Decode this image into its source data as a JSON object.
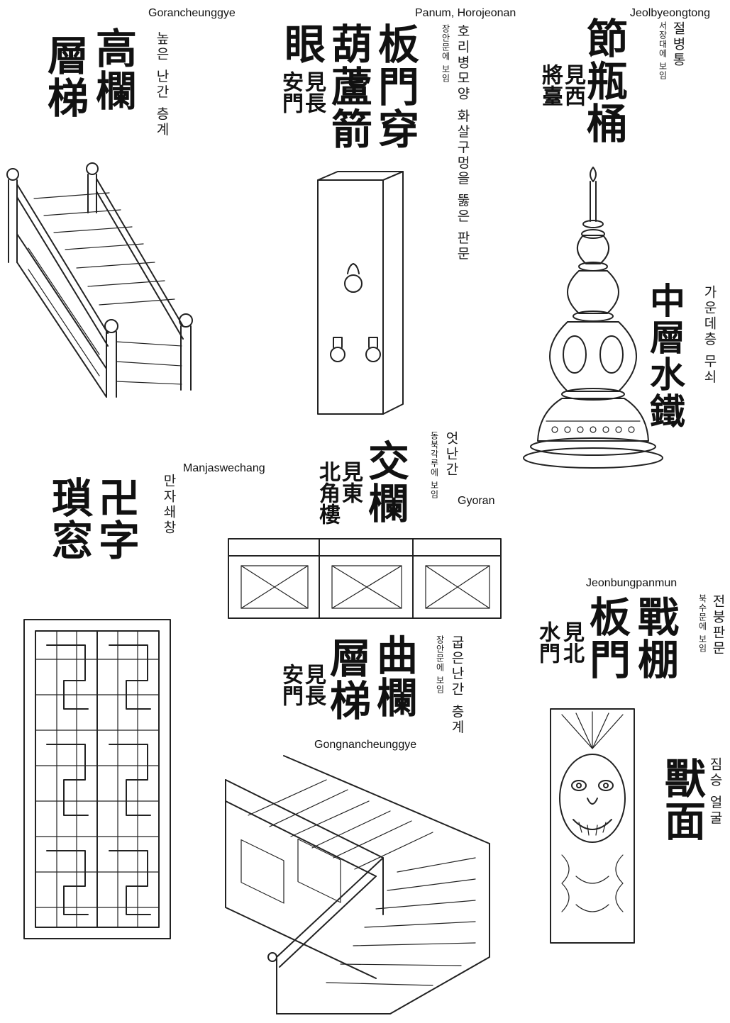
{
  "labels": {
    "gorancheunggye": "Gorancheunggye",
    "panum": "Panum, Horojeonan",
    "jeolbyeongtong": "Jeolbyeongtong",
    "manjaswechang": "Manjaswechang",
    "gyoran": "Gyoran",
    "jeonbungpanmun": "Jeonbungpanmun",
    "gongnancheunggye": "Gongnancheunggye"
  },
  "hanja": {
    "goran_col1": "高欄",
    "goran_col2": "層梯",
    "panmun_col1": "板門穿",
    "panmun_col2": "葫蘆箭",
    "panmun_col3": "眼",
    "panmun_col4": "見長",
    "panmun_col5": "安門",
    "jeolbyeong_col1": "節瓶桶",
    "jeolbyeong_col2": "見西",
    "jeolbyeong_col3": "將臺",
    "junggang": "中層水鐵",
    "manja_col1": "卍字",
    "manja_col2": "瑣窓",
    "gyoran_col1": "交欄",
    "gyoran_col2": "見東",
    "gyoran_col3": "北角樓",
    "jeonbung_col1": "戰棚",
    "jeonbung_col2": "板門",
    "jeonbung_col3": "見北",
    "jeonbung_col4": "水門",
    "gokran_col1": "曲欄",
    "gokran_col2": "層梯",
    "gokran_col3": "見長",
    "gokran_col4": "安門",
    "sumyeon": "獸面"
  },
  "korean": {
    "goran": "높은 난간 층계",
    "panmun_main": "호리병모양 화살구멍을 뚫은 판문",
    "panmun_sub": "장안문에 보임",
    "jeolbyeong_main": "절병통",
    "jeolbyeong_sub": "서장대에 보임",
    "junggang": "가운데층 무쇠",
    "manja": "만자쇄창",
    "gyoran_main": "엇난간",
    "gyoran_sub": "동북각루에 보임",
    "jeonbung_main": "전붕판문",
    "jeonbung_sub": "북수문에 보임",
    "gokran_main": "굽은난간 층계",
    "gokran_sub": "장안문에 보임",
    "sumyeon": "짐승 얼굴"
  },
  "colors": {
    "ink": "#222222",
    "background": "#ffffff"
  }
}
